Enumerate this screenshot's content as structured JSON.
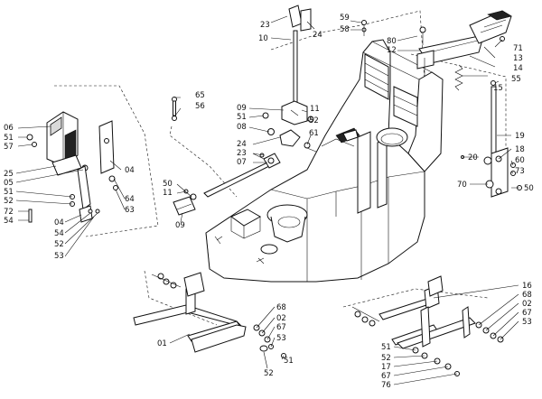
{
  "callouts": [
    {
      "id": "c-23-top",
      "text": "23"
    },
    {
      "id": "c-24-top",
      "text": "24"
    },
    {
      "id": "c-10",
      "text": "10"
    },
    {
      "id": "c-59",
      "text": "59"
    },
    {
      "id": "c-58",
      "text": "58"
    },
    {
      "id": "c-80",
      "text": "80"
    },
    {
      "id": "c-12",
      "text": "12"
    },
    {
      "id": "c-71",
      "text": "71"
    },
    {
      "id": "c-13",
      "text": "13"
    },
    {
      "id": "c-14",
      "text": "14"
    },
    {
      "id": "c-15",
      "text": "15"
    },
    {
      "id": "c-55",
      "text": "55"
    },
    {
      "id": "c-65",
      "text": "65"
    },
    {
      "id": "c-56",
      "text": "56"
    },
    {
      "id": "c-09-mid",
      "text": "09"
    },
    {
      "id": "c-11-mid",
      "text": "11"
    },
    {
      "id": "c-51-mid",
      "text": "51"
    },
    {
      "id": "c-52-mid",
      "text": "52"
    },
    {
      "id": "c-08",
      "text": "08"
    },
    {
      "id": "c-61",
      "text": "61"
    },
    {
      "id": "c-24-mid",
      "text": "24"
    },
    {
      "id": "c-23-mid",
      "text": "23"
    },
    {
      "id": "c-07",
      "text": "07"
    },
    {
      "id": "c-50-left",
      "text": "50"
    },
    {
      "id": "c-11-left",
      "text": "11"
    },
    {
      "id": "c-09-left",
      "text": "09"
    },
    {
      "id": "c-06",
      "text": "06"
    },
    {
      "id": "c-51-a",
      "text": "51"
    },
    {
      "id": "c-57",
      "text": "57"
    },
    {
      "id": "c-25",
      "text": "25"
    },
    {
      "id": "c-05",
      "text": "05"
    },
    {
      "id": "c-51-b",
      "text": "51"
    },
    {
      "id": "c-52-a",
      "text": "52"
    },
    {
      "id": "c-04-right",
      "text": "04"
    },
    {
      "id": "c-64",
      "text": "64"
    },
    {
      "id": "c-63",
      "text": "63"
    },
    {
      "id": "c-72",
      "text": "72"
    },
    {
      "id": "c-54-a",
      "text": "54"
    },
    {
      "id": "c-04-left",
      "text": "04"
    },
    {
      "id": "c-54-b",
      "text": "54"
    },
    {
      "id": "c-52-b",
      "text": "52"
    },
    {
      "id": "c-53-left",
      "text": "53"
    },
    {
      "id": "c-19",
      "text": "19"
    },
    {
      "id": "c-18",
      "text": "18"
    },
    {
      "id": "c-20",
      "text": "20"
    },
    {
      "id": "c-60",
      "text": "60"
    },
    {
      "id": "c-73",
      "text": "73"
    },
    {
      "id": "c-70",
      "text": "70"
    },
    {
      "id": "c-50-right",
      "text": "50"
    },
    {
      "id": "c-16",
      "text": "16"
    },
    {
      "id": "c-68-r",
      "text": "68"
    },
    {
      "id": "c-02-r",
      "text": "02"
    },
    {
      "id": "c-67-r1",
      "text": "67"
    },
    {
      "id": "c-53-r",
      "text": "53"
    },
    {
      "id": "c-51-r",
      "text": "51"
    },
    {
      "id": "c-52-r",
      "text": "52"
    },
    {
      "id": "c-17",
      "text": "17"
    },
    {
      "id": "c-67-r2",
      "text": "67"
    },
    {
      "id": "c-76",
      "text": "76"
    },
    {
      "id": "c-68-l",
      "text": "68"
    },
    {
      "id": "c-02-l",
      "text": "02"
    },
    {
      "id": "c-67-l",
      "text": "67"
    },
    {
      "id": "c-53-l",
      "text": "53"
    },
    {
      "id": "c-01",
      "text": "01"
    },
    {
      "id": "c-52-l",
      "text": "52"
    },
    {
      "id": "c-51-l",
      "text": "51"
    }
  ]
}
